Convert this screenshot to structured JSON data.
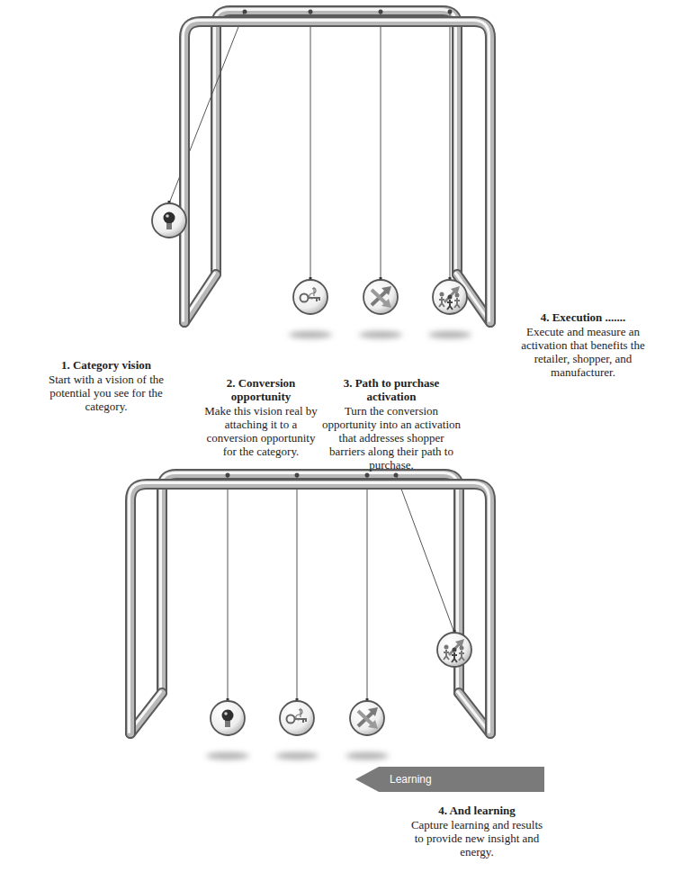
{
  "diagram": {
    "nodes": [
      {
        "text": [
          "Learning"
        ]
      }
    ],
    "labels": [
      "1. Category vision",
      "Start with a vision of the potential you see for the category.",
      "2. Conversion opportunity",
      "Make this vision real by attaching it to a conversion opportunity for the category.",
      "3. Path to purchase activation",
      "Turn the conversion opportunity into an activation that addresses shopper barriers along their path to purchase.",
      "4. Execution .......",
      "Execute and measure an activation that benefits the retailer, shopper, and manufacturer.",
      "4. And learning",
      "Capture learning and results to provide new insight and energy."
    ]
  }
}
